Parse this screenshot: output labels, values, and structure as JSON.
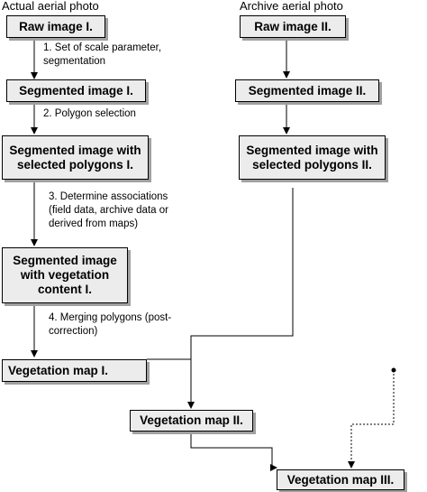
{
  "headings": {
    "left": "Actual aerial photo",
    "right": "Archive aerial photo"
  },
  "boxes": {
    "raw1": "Raw image I.",
    "raw2": "Raw image II.",
    "seg1": "Segmented image I.",
    "seg2": "Segmented image II.",
    "sel1": "Segmented image with\nselected polygons I.",
    "sel2": "Segmented image with\nselected polygons II.",
    "veg_content": "Segmented image\nwith vegetation\ncontent I.",
    "map1": "Vegetation map I.",
    "map2": "Vegetation map II.",
    "map3": "Vegetation map III."
  },
  "steps": {
    "s1": "1. Set of scale parameter,\nsegmentation",
    "s2": "2. Polygon selection",
    "s3": "3. Determine associations\n(field data, archive data or\nderived from maps)",
    "s4": "4. Merging polygons (post-\ncorrection)"
  },
  "colors": {
    "box_fill": "#ececec",
    "box_shadow": "#a0a0a0",
    "line": "#000000"
  }
}
